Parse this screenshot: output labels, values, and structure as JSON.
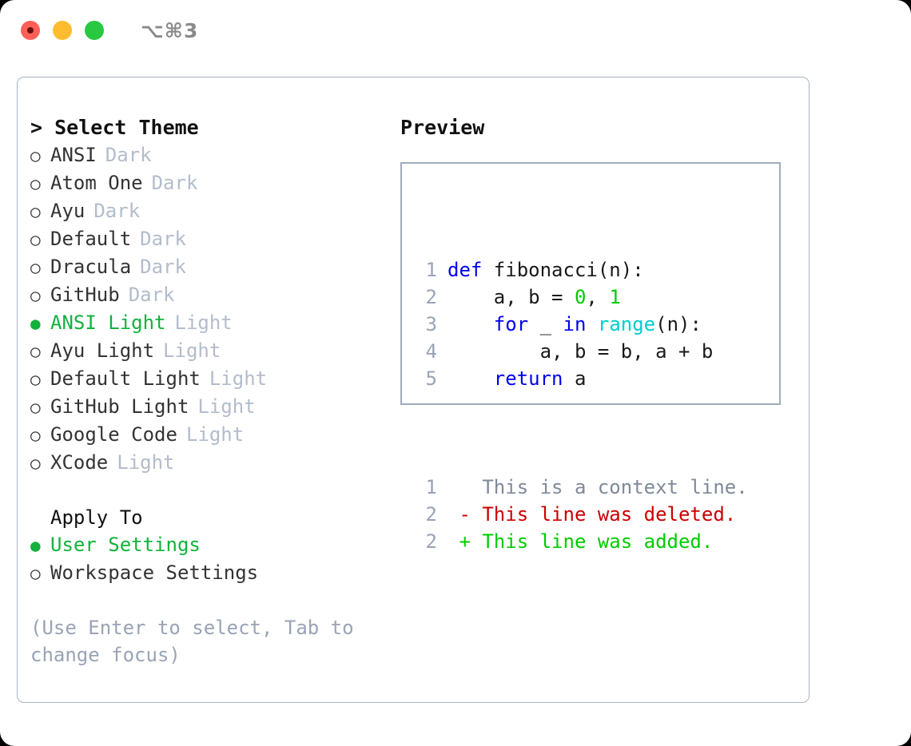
{
  "titlebar": {
    "lights": [
      "close-red",
      "minimize-yellow",
      "zoom-green"
    ],
    "shortcut": "⌥⌘3"
  },
  "left": {
    "heading": "> Select Theme",
    "themes": [
      {
        "marker": "○",
        "name": "ANSI",
        "variant": "Dark",
        "selected": false
      },
      {
        "marker": "○",
        "name": "Atom One",
        "variant": "Dark",
        "selected": false
      },
      {
        "marker": "○",
        "name": "Ayu",
        "variant": "Dark",
        "selected": false
      },
      {
        "marker": "○",
        "name": "Default",
        "variant": "Dark",
        "selected": false
      },
      {
        "marker": "○",
        "name": "Dracula",
        "variant": "Dark",
        "selected": false
      },
      {
        "marker": "○",
        "name": "GitHub",
        "variant": "Dark",
        "selected": false
      },
      {
        "marker": "●",
        "name": "ANSI Light",
        "variant": "Light",
        "selected": true
      },
      {
        "marker": "○",
        "name": "Ayu Light",
        "variant": "Light",
        "selected": false
      },
      {
        "marker": "○",
        "name": "Default Light",
        "variant": "Light",
        "selected": false
      },
      {
        "marker": "○",
        "name": "GitHub Light",
        "variant": "Light",
        "selected": false
      },
      {
        "marker": "○",
        "name": "Google Code",
        "variant": "Light",
        "selected": false
      },
      {
        "marker": "○",
        "name": "XCode",
        "variant": "Light",
        "selected": false
      }
    ],
    "apply_to_heading": "Apply To",
    "apply_to": [
      {
        "marker": "●",
        "name": "User Settings",
        "selected": true
      },
      {
        "marker": "○",
        "name": "Workspace Settings",
        "selected": false
      }
    ],
    "hint": "(Use Enter to select, Tab to change focus)"
  },
  "right": {
    "heading": "Preview",
    "code_lines": [
      {
        "no": "1",
        "tokens": [
          {
            "t": "def",
            "c": "kw"
          },
          {
            "t": " fibonacci(n):",
            "c": "txt"
          }
        ]
      },
      {
        "no": "2",
        "tokens": [
          {
            "t": "    a, b = ",
            "c": "txt"
          },
          {
            "t": "0",
            "c": "num"
          },
          {
            "t": ", ",
            "c": "txt"
          },
          {
            "t": "1",
            "c": "num"
          }
        ]
      },
      {
        "no": "3",
        "tokens": [
          {
            "t": "    ",
            "c": "txt"
          },
          {
            "t": "for",
            "c": "kw"
          },
          {
            "t": " _ ",
            "c": "txt"
          },
          {
            "t": "in",
            "c": "kw"
          },
          {
            "t": " ",
            "c": "txt"
          },
          {
            "t": "range",
            "c": "fn"
          },
          {
            "t": "(n):",
            "c": "txt"
          }
        ]
      },
      {
        "no": "4",
        "tokens": [
          {
            "t": "        a, b = b, a + b",
            "c": "txt"
          }
        ]
      },
      {
        "no": "5",
        "tokens": [
          {
            "t": "    ",
            "c": "txt"
          },
          {
            "t": "return",
            "c": "kw"
          },
          {
            "t": " a",
            "c": "txt"
          }
        ]
      }
    ],
    "diff_lines": [
      {
        "no": "1",
        "sign": " ",
        "text": "This is a context line.",
        "kind": "ctx"
      },
      {
        "no": "2",
        "sign": "-",
        "text": "This line was deleted.",
        "kind": "del"
      },
      {
        "no": "2",
        "sign": "+",
        "text": "This line was added.",
        "kind": "add"
      }
    ]
  },
  "colors": {
    "selected_green": "#12b23c",
    "keyword_blue": "#0000ee",
    "function_cyan": "#00cdd1",
    "number_green": "#00cc00",
    "diff_deleted": "#cc0000",
    "diff_added": "#00cc00",
    "muted": "#b3bccb",
    "border": "#aab4c4"
  }
}
